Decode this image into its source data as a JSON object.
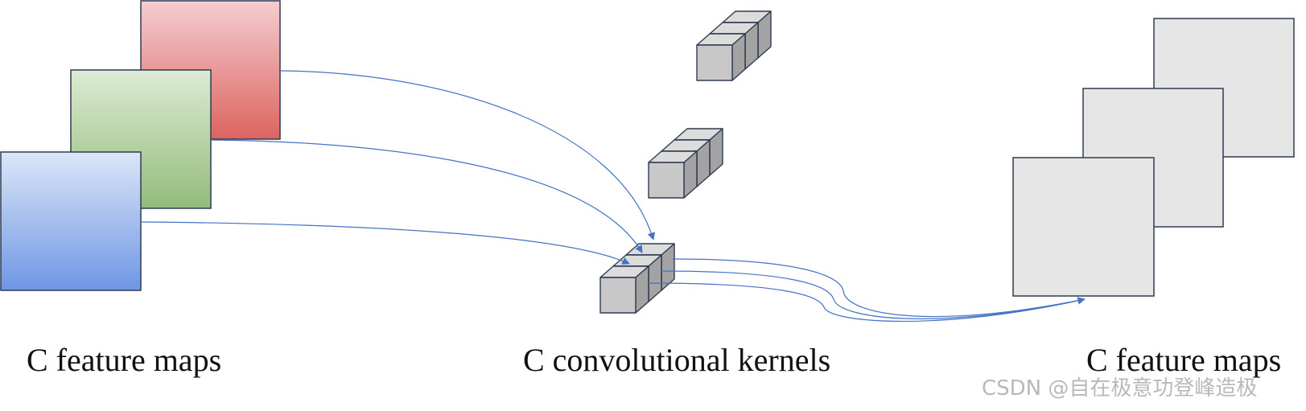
{
  "captions": {
    "input_maps": "C feature maps",
    "kernels": "C convolutional kernels",
    "output_maps": "C feature maps"
  },
  "watermark": "CSDN @自在极意功登峰造极",
  "colors": {
    "red_map": [
      "#f5cdd0",
      "#dc6460"
    ],
    "green_map": [
      "#dcebd4",
      "#93bb7a"
    ],
    "blue_map": [
      "#dce6f8",
      "#6f96e4"
    ],
    "output_map": "#e6e6e6",
    "cube_front": "#c8c8c8",
    "cube_side": "#a3a3a3",
    "cube_top": "#dcdcdc",
    "outline": "#2f3b52",
    "arrow": "#4472c4"
  },
  "structure": {
    "input_map_count": 3,
    "kernel_count": 3,
    "cubes_per_kernel": 3,
    "output_map_count": 3
  }
}
